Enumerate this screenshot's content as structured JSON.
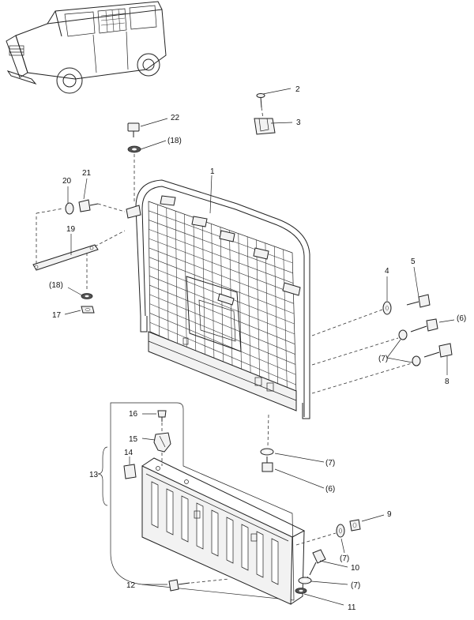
{
  "callouts": [
    {
      "id": "c22",
      "text": "22"
    },
    {
      "id": "c18a",
      "text": "(18)"
    },
    {
      "id": "c2",
      "text": "2"
    },
    {
      "id": "c3",
      "text": "3"
    },
    {
      "id": "c1",
      "text": "1"
    },
    {
      "id": "c20",
      "text": "20"
    },
    {
      "id": "c21",
      "text": "21"
    },
    {
      "id": "c19",
      "text": "19"
    },
    {
      "id": "c18b",
      "text": "(18)"
    },
    {
      "id": "c17",
      "text": "17"
    },
    {
      "id": "c4",
      "text": "4"
    },
    {
      "id": "c5",
      "text": "5"
    },
    {
      "id": "c6a",
      "text": "(6)"
    },
    {
      "id": "c7a",
      "text": "(7)"
    },
    {
      "id": "c8",
      "text": "8"
    },
    {
      "id": "c16",
      "text": "16"
    },
    {
      "id": "c15",
      "text": "15"
    },
    {
      "id": "c14",
      "text": "14"
    },
    {
      "id": "c13",
      "text": "13"
    },
    {
      "id": "c7b",
      "text": "(7)"
    },
    {
      "id": "c6b",
      "text": "(6)"
    },
    {
      "id": "c9",
      "text": "9"
    },
    {
      "id": "c7c",
      "text": "(7)"
    },
    {
      "id": "c10",
      "text": "10"
    },
    {
      "id": "c7d",
      "text": "(7)"
    },
    {
      "id": "c12",
      "text": "12"
    },
    {
      "id": "c11",
      "text": "11"
    }
  ]
}
